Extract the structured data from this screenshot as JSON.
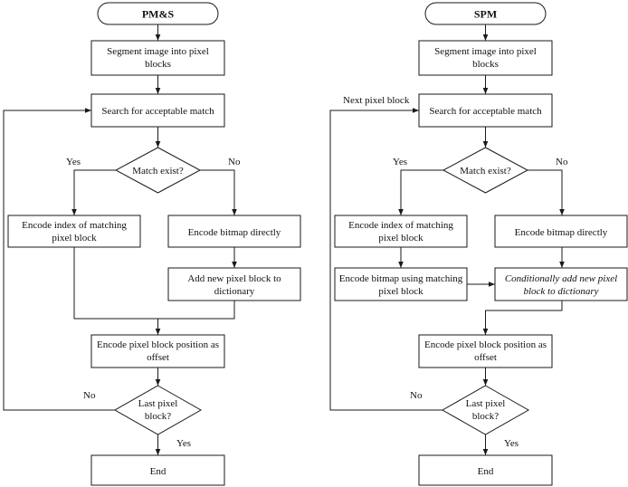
{
  "left": {
    "title": "PM&S",
    "segment": [
      "Segment image into pixel",
      "blocks"
    ],
    "search": "Search for acceptable match",
    "match": "Match exist?",
    "yes": "Yes",
    "no": "No",
    "encode_index": [
      "Encode index of matching",
      "pixel block"
    ],
    "encode_bitmap": "Encode bitmap directly",
    "add_block": [
      "Add new pixel block to",
      "dictionary"
    ],
    "encode_position": [
      "Encode pixel block position as",
      "offset"
    ],
    "last": [
      "Last pixel",
      "block?"
    ],
    "last_no": "No",
    "last_yes": "Yes",
    "end": "End"
  },
  "right": {
    "title": "SPM",
    "segment": [
      "Segment image into pixel",
      "blocks"
    ],
    "next": "Next pixel block",
    "search": "Search for acceptable match",
    "match": "Match exist?",
    "yes": "Yes",
    "no": "No",
    "encode_index": [
      "Encode index of matching",
      "pixel block"
    ],
    "encode_bitmap": "Encode bitmap directly",
    "encode_using": [
      "Encode bitmap using matching",
      "pixel block"
    ],
    "cond_add": [
      "Conditionally add new pixel",
      "block to dictionary"
    ],
    "encode_position": [
      "Encode pixel block position as",
      "offset"
    ],
    "last": [
      "Last pixel",
      "block?"
    ],
    "last_no": "No",
    "last_yes": "Yes",
    "end": "End"
  }
}
